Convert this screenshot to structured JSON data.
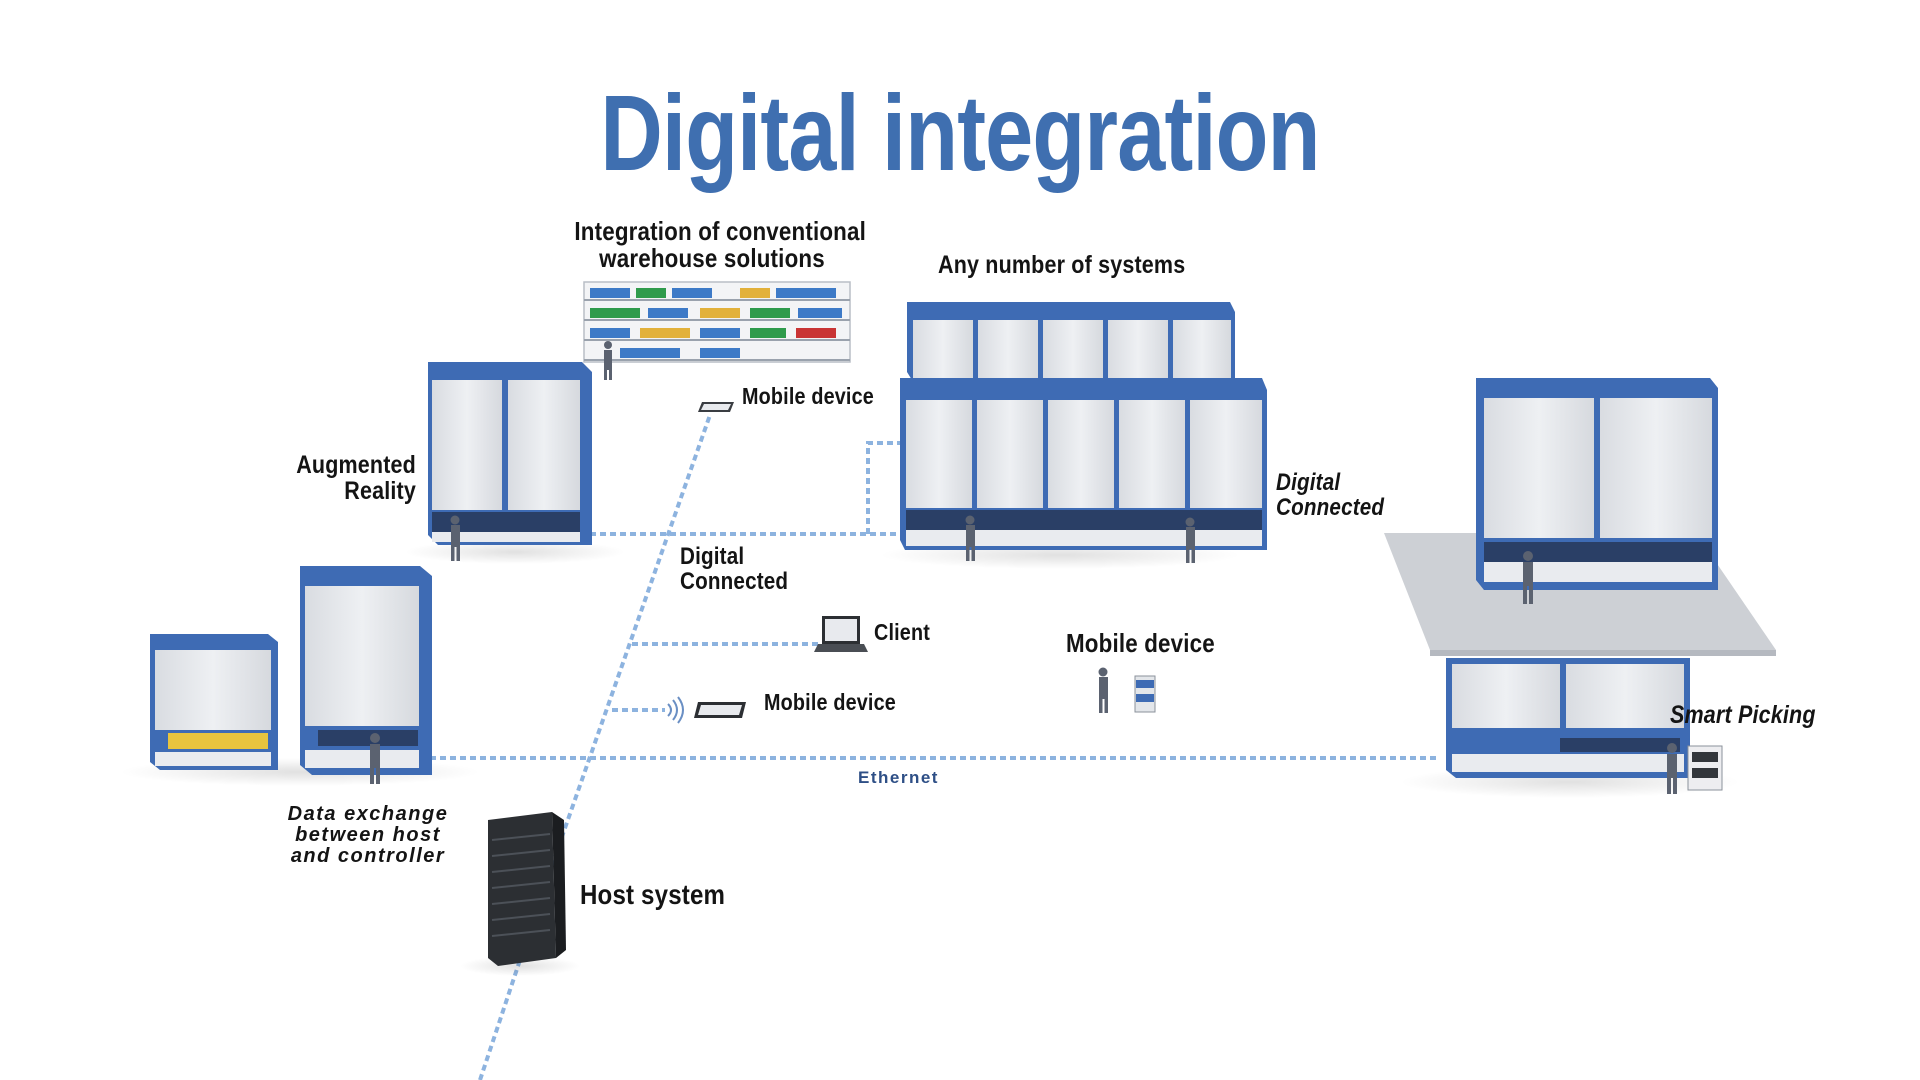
{
  "title": "Digital integration",
  "labels": {
    "conventional_line1": "Integration of conventional",
    "conventional_line2": "warehouse solutions",
    "any_number": "Any number of systems",
    "mobile_device_top": "Mobile device",
    "ar_line1": "Augmented",
    "ar_line2": "Reality",
    "digital_connected_center_1": "Digital",
    "digital_connected_center_2": "Connected",
    "digital_connected_right_1": "Digital",
    "digital_connected_right_2": "Connected",
    "client": "Client",
    "mobile_device_mid": "Mobile device",
    "mobile_device_right": "Mobile device",
    "smart_picking": "Smart Picking",
    "ethernet": "Ethernet",
    "data_exchange_1": "Data exchange",
    "data_exchange_2": "between host",
    "data_exchange_3": "and controller",
    "host_system": "Host system"
  },
  "colors": {
    "title": "#3f6fb0",
    "machine_blue": "#3e6bb4",
    "machine_panel": "#e4e6ea",
    "network_line": "#8fb4e0",
    "ethernet_text": "#2e4f86",
    "server": "#2c2f33"
  },
  "icons": [
    "tower-lift-machine",
    "shelving-rack",
    "tablet-icon",
    "laptop-icon",
    "server-rack",
    "worker-figure",
    "picking-cart",
    "wifi-signal-icon"
  ]
}
